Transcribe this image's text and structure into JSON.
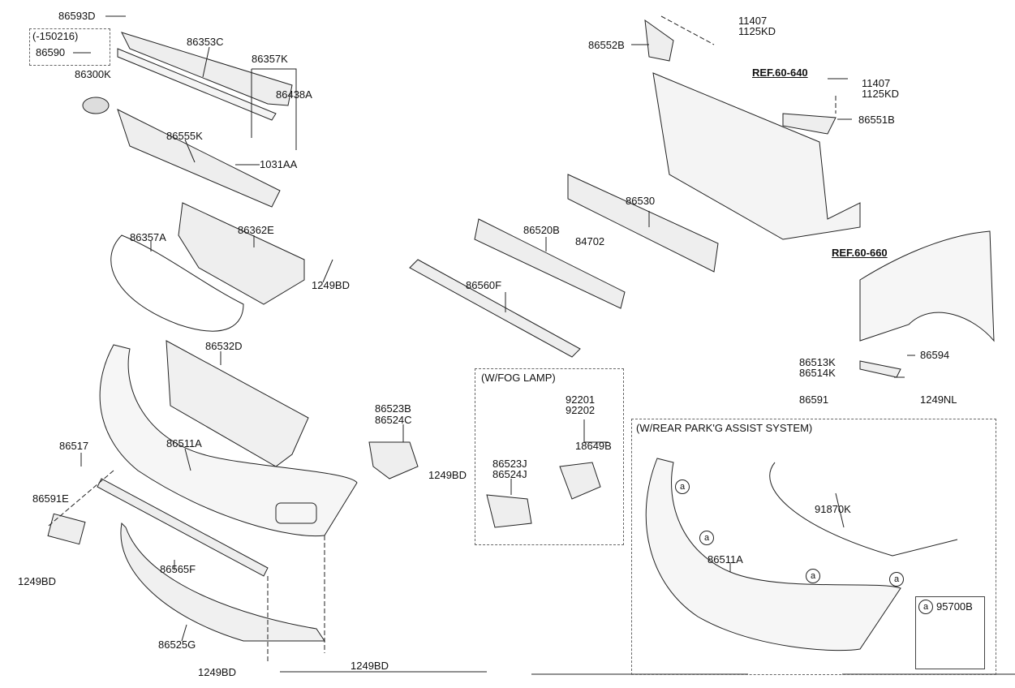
{
  "groups": {
    "early": "(-150216)",
    "fog": "(W/FOG LAMP)",
    "rpas": "(W/REAR PARK'G ASSIST SYSTEM)"
  },
  "refs": [
    "REF.60-640",
    "REF.60-660"
  ],
  "badge_letter": "a",
  "legend_part": "95700B",
  "labels": {
    "p86593D": "86593D",
    "p86590": "86590",
    "p86353C": "86353C",
    "p86357K": "86357K",
    "p86300K": "86300K",
    "p86438A": "86438A",
    "p86555K": "86555K",
    "p1031AA": "1031AA",
    "p86357A": "86357A",
    "p86362E": "86362E",
    "p1249BD_a": "1249BD",
    "p86532D": "86532D",
    "p86517": "86517",
    "p86511A": "86511A",
    "p86591E": "86591E",
    "p1249BD_b": "1249BD",
    "p86565F": "86565F",
    "p86525G": "86525G",
    "p1249BD_c": "1249BD",
    "p1249BD_d": "1249BD",
    "p86523B": "86523B",
    "p86524C": "86524C",
    "p1249BD_e": "1249BD",
    "p86560F": "86560F",
    "p86520B": "86520B",
    "p84702": "84702",
    "p86530": "86530",
    "p86552B": "86552B",
    "p11407_a": "11407",
    "p1125KD_a": "1125KD",
    "p11407_b": "11407",
    "p1125KD_b": "1125KD",
    "p86551B": "86551B",
    "p92201": "92201",
    "p92202": "92202",
    "p18649B": "18649B",
    "p86523J": "86523J",
    "p86524J": "86524J",
    "p86513K": "86513K",
    "p86514K": "86514K",
    "p86594": "86594",
    "p86591": "86591",
    "p1249NL": "1249NL",
    "p91870K": "91870K",
    "p86511A_r": "86511A"
  }
}
